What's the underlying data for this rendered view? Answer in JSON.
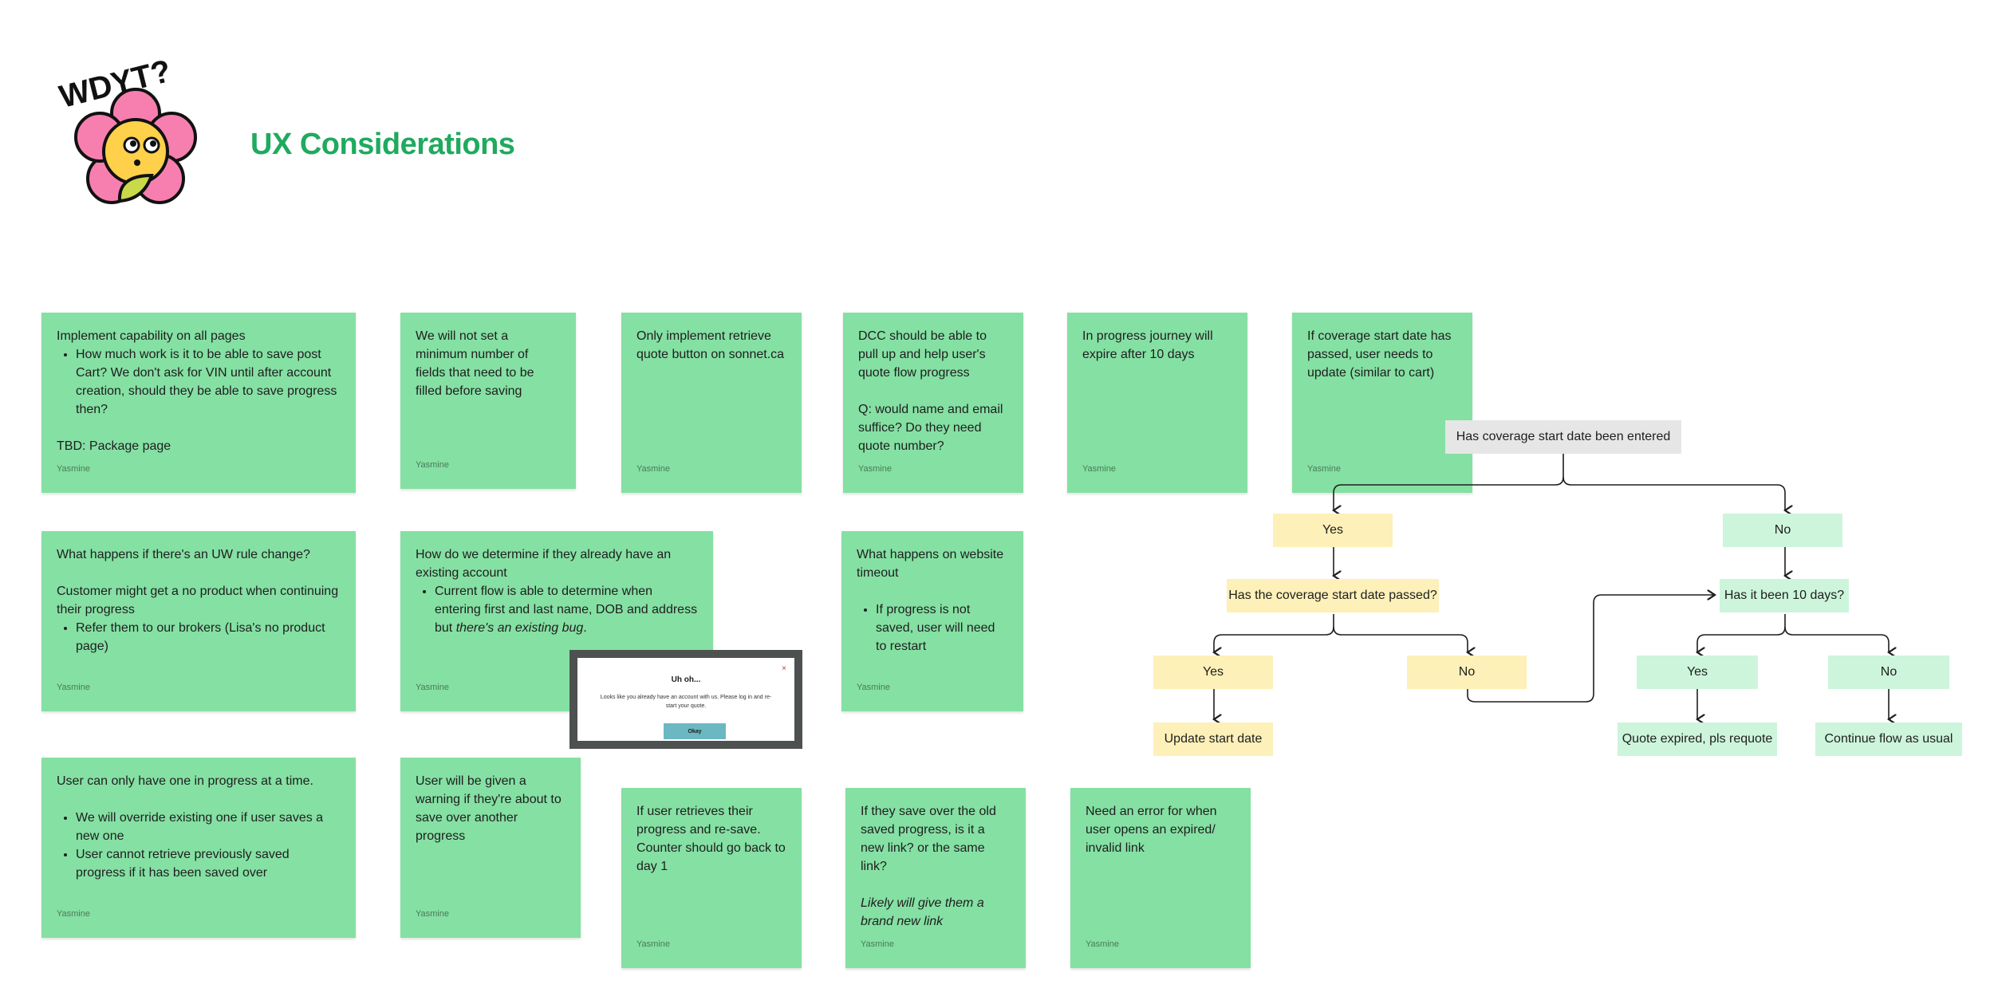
{
  "page": {
    "title": "UX Considerations"
  },
  "sticker": {
    "text": "WDYT?"
  },
  "notes": {
    "n1": {
      "line1": "Implement capability on all pages",
      "bullet1": "How much work is it to be able to save post Cart? We don't ask for VIN until after account creation, should they be able to save progress then?",
      "line2": "TBD: Package page",
      "author": "Yasmine"
    },
    "n2": {
      "text": "We will not set a minimum number of fields that need to be filled before saving",
      "author": "Yasmine"
    },
    "n3": {
      "text": "Only implement retrieve quote button on sonnet.ca",
      "author": "Yasmine"
    },
    "n4": {
      "line1": "DCC should be able to pull up and help user's quote flow progress",
      "line2": "Q: would name and email suffice? Do they need quote number?",
      "author": "Yasmine"
    },
    "n5": {
      "text": "In progress journey will expire after 10 days",
      "author": "Yasmine"
    },
    "n6": {
      "text": "If coverage start date has passed, user needs to update (similar to cart)",
      "author": "Yasmine"
    },
    "n7": {
      "line1": "What happens if there's an UW rule change?",
      "line2": "Customer might get a no product when continuing their progress",
      "bullet1": "Refer them to our brokers (Lisa's no product page)",
      "author": "Yasmine"
    },
    "n8": {
      "line1": "How do we determine if they already have an existing account",
      "bullet1_plain": "Current flow is able to determine when entering first and last name, DOB and address but ",
      "bullet1_italic": "there's an existing bug",
      "bullet1_end": ".",
      "author": "Yasmine"
    },
    "n9": {
      "line1": "What happens on website timeout",
      "bullet1": "If progress is not saved, user will need to restart",
      "author": "Yasmine"
    },
    "n10": {
      "line1": "User can only have one in progress at a time.",
      "bullet1": "We will override existing one if user saves a new one",
      "bullet2": "User cannot retrieve previously saved progress if it has been saved over",
      "author": "Yasmine"
    },
    "n11": {
      "text": "User will be given a warning if they're about to save over another progress",
      "author": "Yasmine"
    },
    "n12": {
      "text": "If user retrieves their progress and re-save. Counter should go back to day 1",
      "author": "Yasmine"
    },
    "n13": {
      "line1": "If they save over the old saved progress, is it a new link? or the same link?",
      "line2": "Likely will give them a brand new link",
      "author": "Yasmine"
    },
    "n14": {
      "text": "Need an error for when user opens an expired/ invalid link",
      "author": "Yasmine"
    }
  },
  "modal": {
    "title": "Uh oh...",
    "text": "Looks like you already have an account with us. Please log in and re-start your quote.",
    "button": "Okay",
    "close": "×"
  },
  "flowchart": {
    "root": "Has coverage start date been entered",
    "yes1": "Yes",
    "no1": "No",
    "q_passed": "Has the coverage start date passed?",
    "q_10days": "Has it been 10 days?",
    "yes2": "Yes",
    "no2": "No",
    "yes3": "Yes",
    "no3": "No",
    "update": "Update start date",
    "expired": "Quote expired, pls requote",
    "continue": "Continue flow as usual"
  },
  "colors": {
    "note": "#85e0a3",
    "title": "#1faa5e",
    "yellow": "#fdf0b8",
    "green": "#cdf5dc",
    "grey": "#e6e6e6"
  }
}
